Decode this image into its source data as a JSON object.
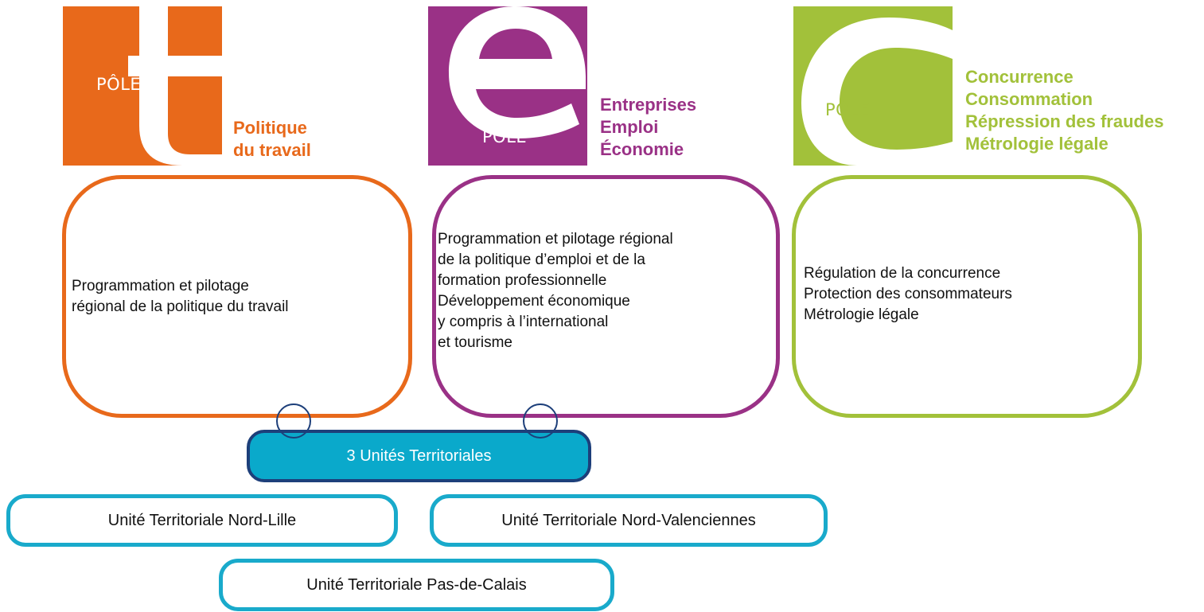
{
  "poles": {
    "travail": {
      "badge": "PÔLE",
      "letter": "t",
      "title_lines": [
        "Politique",
        "du travail"
      ],
      "description_lines": [
        "Programmation et pilotage",
        "régional de la politique du travail"
      ],
      "color": "#e8691b"
    },
    "entreprises": {
      "badge": "PÔLE",
      "letter": "e",
      "title_lines": [
        "Entreprises",
        "Emploi",
        "Économie"
      ],
      "description_lines": [
        " Programmation et pilotage régional",
        "de la politique d’emploi et de la",
        "formation professionnelle",
        "Développement économique",
        "y compris à l’international",
        " et tourisme"
      ],
      "color": "#9a3186"
    },
    "concurrence": {
      "badge": "PÔLE",
      "letter": "c",
      "title_lines": [
        "Concurrence",
        "Consommation",
        "Répression des fraudes",
        "Métrologie légale"
      ],
      "description_lines": [
        "Régulation de la concurrence",
        "Protection des consommateurs",
        "Métrologie légale"
      ],
      "color": "#a2c13a"
    }
  },
  "unites": {
    "main_label": "3 Unités Territoriales",
    "main_color": "#0aa9cb",
    "border_color": "#1d3f7a",
    "items": [
      "Unité Territoriale Nord-Lille",
      "Unité Territoriale Nord-Valenciennes",
      "Unité Territoriale Pas-de-Calais"
    ]
  }
}
